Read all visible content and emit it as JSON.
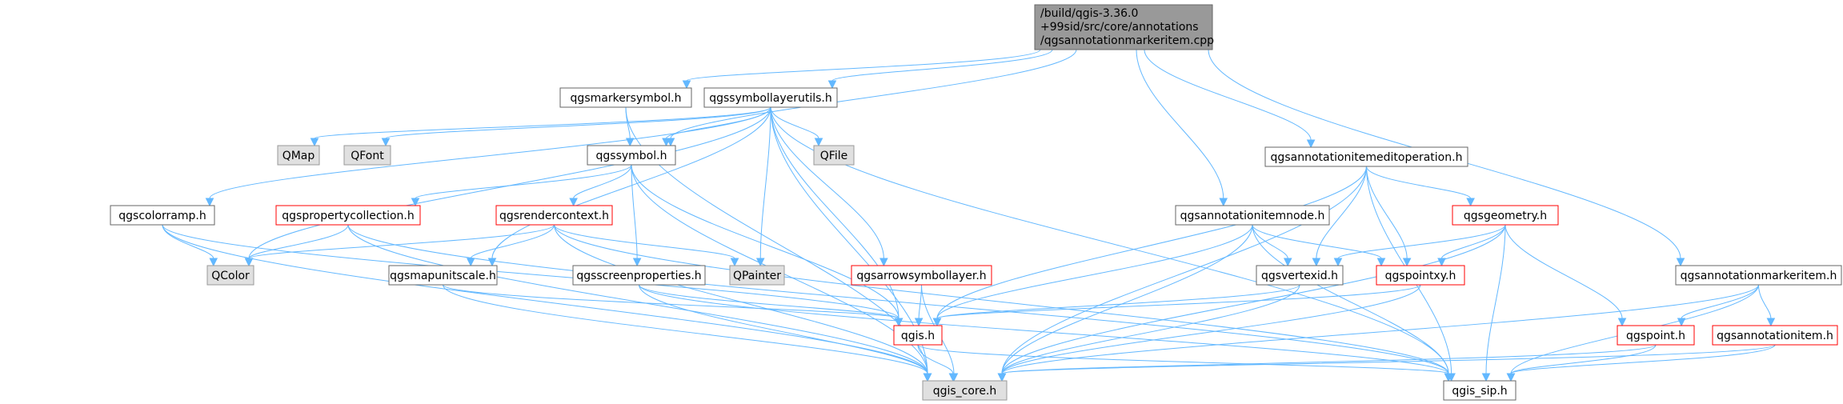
{
  "diagram": {
    "type": "include dependency graph",
    "colors": {
      "edge": "#63b8ff",
      "root_fill": "#999999",
      "root_border": "#666666",
      "documented_border": "#666666",
      "documented_fill": "#ffffff",
      "undocumented_border": "#ff0000",
      "undocumented_fill": "#ffffff",
      "external_border": "#999999",
      "external_fill": "#e0e0e0",
      "text": "#000000"
    },
    "nodes": [
      {
        "id": "root",
        "lines": [
          "/build/qgis-3.36.0",
          "+99sid/src/core/annotations",
          "/qgsannotationmarkeritem.cpp"
        ],
        "kind": "root"
      },
      {
        "id": "qgsmarkersymbol",
        "lines": [
          "qgsmarkersymbol.h"
        ],
        "kind": "documented"
      },
      {
        "id": "qgssymbollayerutils",
        "lines": [
          "qgssymbollayerutils.h"
        ],
        "kind": "documented"
      },
      {
        "id": "qgssymbol",
        "lines": [
          "qgssymbol.h"
        ],
        "kind": "documented"
      },
      {
        "id": "qmap",
        "lines": [
          "QMap"
        ],
        "kind": "external"
      },
      {
        "id": "qfont",
        "lines": [
          "QFont"
        ],
        "kind": "external"
      },
      {
        "id": "qfile",
        "lines": [
          "QFile"
        ],
        "kind": "external"
      },
      {
        "id": "qgscolorramp",
        "lines": [
          "qgscolorramp.h"
        ],
        "kind": "documented"
      },
      {
        "id": "qgspropertycollection",
        "lines": [
          "qgspropertycollection.h"
        ],
        "kind": "undocumented"
      },
      {
        "id": "qgsrendercontext",
        "lines": [
          "qgsrendercontext.h"
        ],
        "kind": "undocumented"
      },
      {
        "id": "qcolor",
        "lines": [
          "QColor"
        ],
        "kind": "external"
      },
      {
        "id": "qgsmapunitscale",
        "lines": [
          "qgsmapunitscale.h"
        ],
        "kind": "documented"
      },
      {
        "id": "qgsscreenproperties",
        "lines": [
          "qgsscreenproperties.h"
        ],
        "kind": "documented"
      },
      {
        "id": "qpainter",
        "lines": [
          "QPainter"
        ],
        "kind": "external"
      },
      {
        "id": "qgsarrowsymbollayer",
        "lines": [
          "qgsarrowsymbollayer.h"
        ],
        "kind": "undocumented"
      },
      {
        "id": "qgis",
        "lines": [
          "qgis.h"
        ],
        "kind": "undocumented"
      },
      {
        "id": "qgis_core",
        "lines": [
          "qgis_core.h"
        ],
        "kind": "external"
      },
      {
        "id": "qgis_sip",
        "lines": [
          "qgis_sip.h"
        ],
        "kind": "documented"
      },
      {
        "id": "qgsannotationitemeditoperation",
        "lines": [
          "qgsannotationitemeditoperation.h"
        ],
        "kind": "documented"
      },
      {
        "id": "qgsannotationitemnode",
        "lines": [
          "qgsannotationitemnode.h"
        ],
        "kind": "documented"
      },
      {
        "id": "qgsgeometry",
        "lines": [
          "qgsgeometry.h"
        ],
        "kind": "undocumented"
      },
      {
        "id": "qgsvertexid",
        "lines": [
          "qgsvertexid.h"
        ],
        "kind": "documented"
      },
      {
        "id": "qgspointxy",
        "lines": [
          "qgspointxy.h"
        ],
        "kind": "undocumented"
      },
      {
        "id": "qgsannotationmarkeritem",
        "lines": [
          "qgsannotationmarkeritem.h"
        ],
        "kind": "documented"
      },
      {
        "id": "qgspoint",
        "lines": [
          "qgspoint.h"
        ],
        "kind": "undocumented"
      },
      {
        "id": "qgsannotationitem",
        "lines": [
          "qgsannotationitem.h"
        ],
        "kind": "undocumented"
      }
    ],
    "edges": [
      [
        "root",
        "qgsmarkersymbol"
      ],
      [
        "root",
        "qgssymbollayerutils"
      ],
      [
        "root",
        "qgssymbol"
      ],
      [
        "root",
        "qgsannotationitemeditoperation"
      ],
      [
        "root",
        "qgsannotationitemnode"
      ],
      [
        "root",
        "qgsannotationmarkeritem"
      ],
      [
        "qgsmarkersymbol",
        "qgssymbol"
      ],
      [
        "qgsmarkersymbol",
        "qgis_core"
      ],
      [
        "qgssymbollayerutils",
        "qgssymbol"
      ],
      [
        "qgssymbollayerutils",
        "qmap"
      ],
      [
        "qgssymbollayerutils",
        "qfont"
      ],
      [
        "qgssymbollayerutils",
        "qfile"
      ],
      [
        "qgssymbollayerutils",
        "qgscolorramp"
      ],
      [
        "qgssymbollayerutils",
        "qcolor"
      ],
      [
        "qgssymbollayerutils",
        "qgsmapunitscale"
      ],
      [
        "qgssymbollayerutils",
        "qpainter"
      ],
      [
        "qgssymbollayerutils",
        "qgsarrowsymbollayer"
      ],
      [
        "qgssymbollayerutils",
        "qgis"
      ],
      [
        "qgssymbollayerutils",
        "qgis_core"
      ],
      [
        "qgssymbollayerutils",
        "qgis_sip"
      ],
      [
        "qgssymbol",
        "qgspropertycollection"
      ],
      [
        "qgssymbol",
        "qgsrendercontext"
      ],
      [
        "qgssymbol",
        "qgsscreenproperties"
      ],
      [
        "qgssymbol",
        "qgis"
      ],
      [
        "qgssymbol",
        "qgis_core"
      ],
      [
        "qgscolorramp",
        "qcolor"
      ],
      [
        "qgscolorramp",
        "qgis"
      ],
      [
        "qgscolorramp",
        "qgis_core"
      ],
      [
        "qgspropertycollection",
        "qcolor"
      ],
      [
        "qgspropertycollection",
        "qgis_core"
      ],
      [
        "qgspropertycollection",
        "qgis_sip"
      ],
      [
        "qgsrendercontext",
        "qcolor"
      ],
      [
        "qgsrendercontext",
        "qgsmapunitscale"
      ],
      [
        "qgsrendercontext",
        "qpainter"
      ],
      [
        "qgsrendercontext",
        "qgis_core"
      ],
      [
        "qgsrendercontext",
        "qgis_sip"
      ],
      [
        "qgsmapunitscale",
        "qgis"
      ],
      [
        "qgsmapunitscale",
        "qgis_core"
      ],
      [
        "qgsscreenproperties",
        "qgis"
      ],
      [
        "qgsscreenproperties",
        "qgis_core"
      ],
      [
        "qgsscreenproperties",
        "qgis_sip"
      ],
      [
        "qgsarrowsymbollayer",
        "qgis"
      ],
      [
        "qgsarrowsymbollayer",
        "qgis_core"
      ],
      [
        "qgis",
        "qgis_core"
      ],
      [
        "qgis",
        "qgis_sip"
      ],
      [
        "qgsannotationitemeditoperation",
        "qgis"
      ],
      [
        "qgsannotationitemeditoperation",
        "qgis_core"
      ],
      [
        "qgsannotationitemeditoperation",
        "qgsgeometry"
      ],
      [
        "qgsannotationitemeditoperation",
        "qgsvertexid"
      ],
      [
        "qgsannotationitemeditoperation",
        "qgspointxy"
      ],
      [
        "qgsannotationitemeditoperation",
        "qgis_sip"
      ],
      [
        "qgsannotationitemnode",
        "qgsvertexid"
      ],
      [
        "qgsannotationitemnode",
        "qgspointxy"
      ],
      [
        "qgsannotationitemnode",
        "qgis"
      ],
      [
        "qgsannotationitemnode",
        "qgis_core"
      ],
      [
        "qgsannotationitemnode",
        "qgis_sip"
      ],
      [
        "qgsgeometry",
        "qgsvertexid"
      ],
      [
        "qgsgeometry",
        "qgspointxy"
      ],
      [
        "qgsgeometry",
        "qgspoint"
      ],
      [
        "qgsgeometry",
        "qgis_core"
      ],
      [
        "qgsgeometry",
        "qgis_sip"
      ],
      [
        "qgsvertexid",
        "qgis"
      ],
      [
        "qgsvertexid",
        "qgis_core"
      ],
      [
        "qgspointxy",
        "qgis"
      ],
      [
        "qgspointxy",
        "qgis_core"
      ],
      [
        "qgsannotationmarkeritem",
        "qgspoint"
      ],
      [
        "qgsannotationmarkeritem",
        "qgsannotationitem"
      ],
      [
        "qgsannotationmarkeritem",
        "qgis_core"
      ],
      [
        "qgsannotationmarkeritem",
        "qgis_sip"
      ],
      [
        "qgspoint",
        "qgis_core"
      ],
      [
        "qgspoint",
        "qgis_sip"
      ],
      [
        "qgsannotationitem",
        "qgis_core"
      ],
      [
        "qgsannotationitem",
        "qgis_sip"
      ]
    ]
  }
}
